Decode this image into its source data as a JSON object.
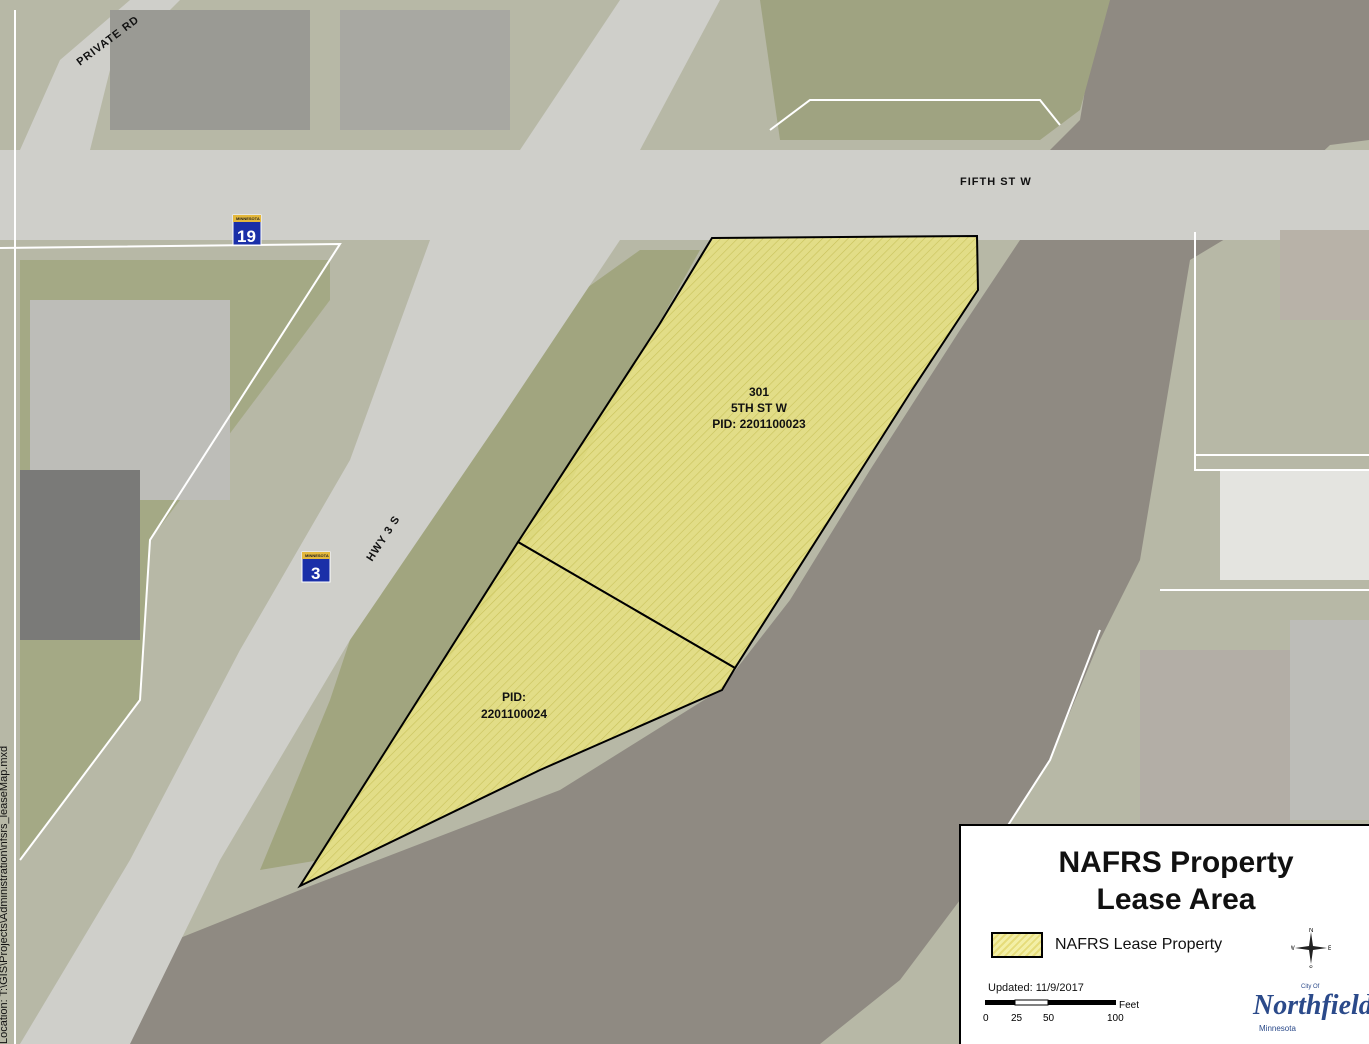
{
  "map": {
    "streets": {
      "private_rd": "PRIVATE RD",
      "fifth_st_w": "FIFTH ST W",
      "hwy_3_s": "HWY 3 S"
    },
    "shields": [
      {
        "state": "MINNESOTA",
        "number": "19"
      },
      {
        "state": "MINNESOTA",
        "number": "3"
      }
    ],
    "parcels": [
      {
        "line1": "301",
        "line2": "5TH ST W",
        "line3": "PID: 2201100023"
      },
      {
        "line1": "PID:",
        "line2": "2201100024"
      }
    ],
    "colors": {
      "parcel_fill": "#e8e27a",
      "parcel_outline": "#000000",
      "water": "#8f8a82",
      "grass": "#a9ad8a",
      "pavement": "#c9c9c4",
      "shield_blue": "#1a2fa8"
    }
  },
  "legend": {
    "title_line1": "NAFRS Property",
    "title_line2": "Lease Area",
    "item_label": "NAFRS Lease Property",
    "updated": "Updated: 11/9/2017",
    "scale_unit": "Feet",
    "scale_ticks": [
      "0",
      "25",
      "50",
      "100"
    ],
    "compass": {
      "n": "N",
      "s": "S",
      "e": "E",
      "w": "W"
    },
    "logo": {
      "small": "City Of",
      "word": "Northfield",
      "sub": "Minnesota"
    }
  },
  "file_location": "Location: T:\\GIS\\Projects\\Administration\\nfsrs_leaseMap.mxd"
}
